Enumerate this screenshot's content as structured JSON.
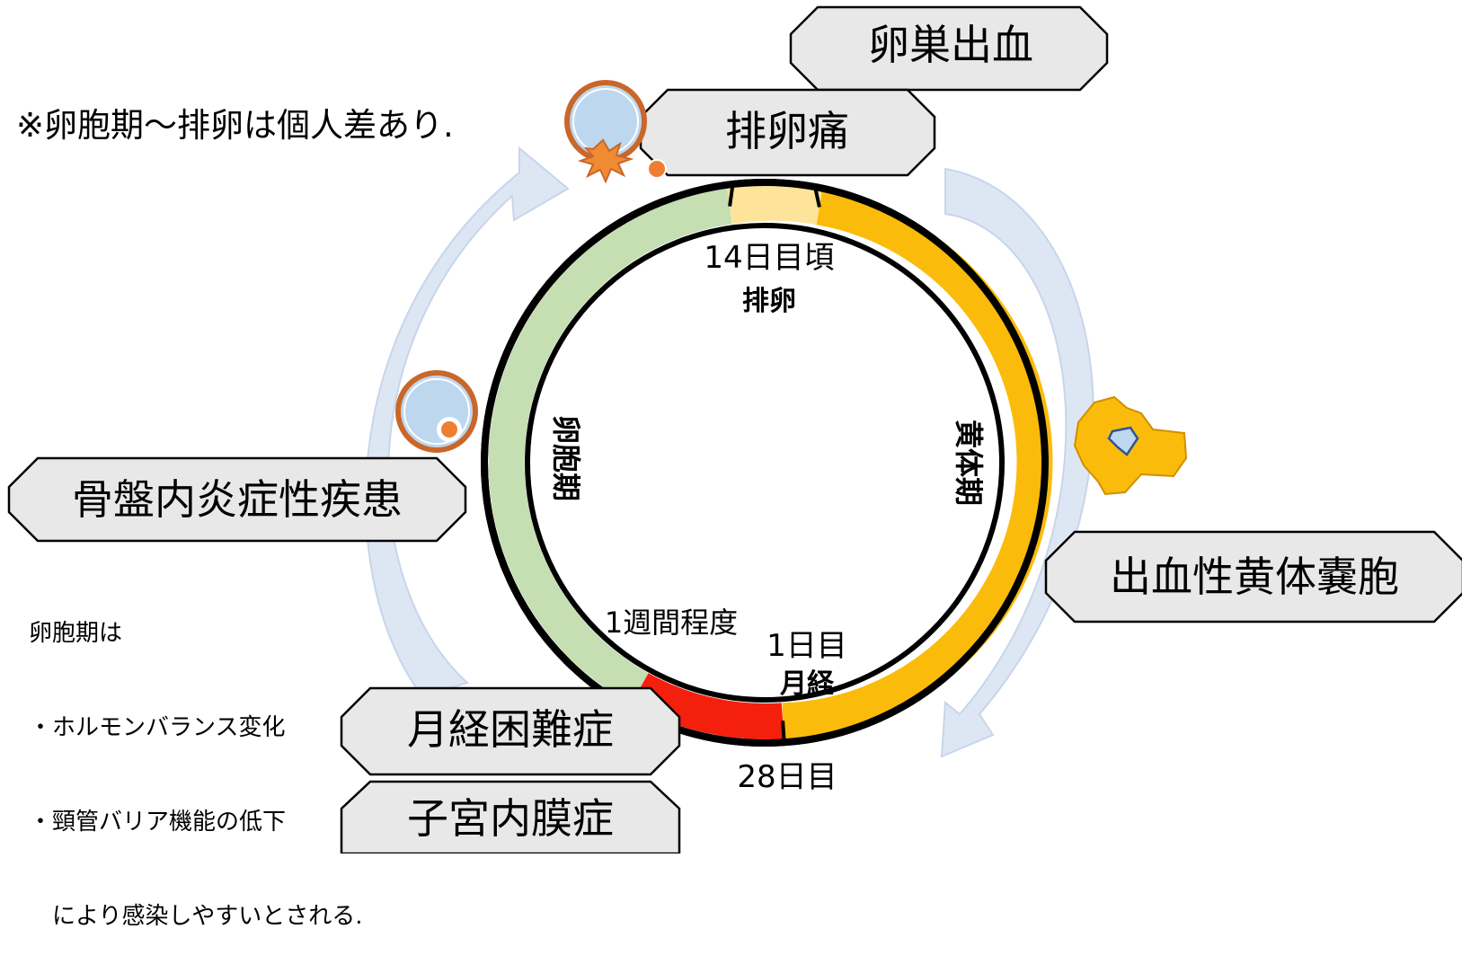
{
  "note_top": "※卵胞期～排卵は個人差あり.",
  "cycle": {
    "day14": "14日目頃",
    "ovulation": "排卵",
    "follicular_phase": "卵胞期",
    "luteal_phase": "黄体期",
    "follicular_duration": "1週間程度",
    "day1": "1日目",
    "menstruation": "月経",
    "day28": "28日目"
  },
  "boxes": {
    "ovarian_bleeding": "卵巣出血",
    "ovulation_pain": "排卵痛",
    "pid": "骨盤内炎症性疾患",
    "hemorrhagic_cyst": "出血性黄体嚢胞",
    "dysmenorrhea": "月経困難症",
    "endometriosis": "子宮内膜症"
  },
  "pid_note": {
    "line1": "卵胞期は",
    "line2": "・ホルモンバランス変化",
    "line3": "・頸管バリア機能の低下",
    "line4": "　により感染しやすいとされる."
  },
  "colors": {
    "follicular": "#c5deb2",
    "ovulation": "#fde49a",
    "luteal": "#fbbb0b",
    "menstruation": "#f51f0e",
    "arrow": "#dce6f4",
    "box_fill": "#e8e8e8",
    "follicle_fill": "#bdd7ee",
    "follicle_ring": "#c9672a"
  }
}
